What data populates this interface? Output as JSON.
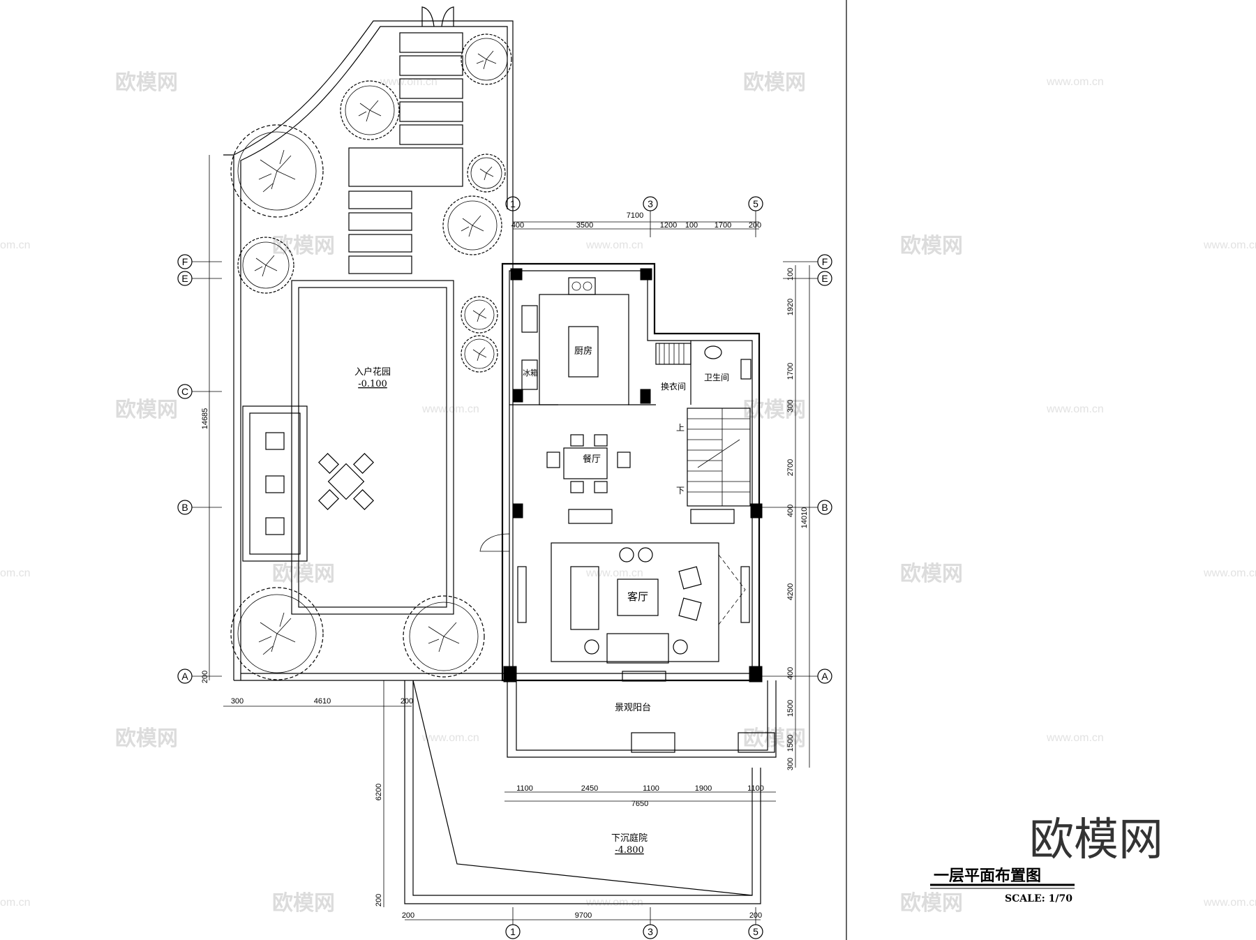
{
  "drawing": {
    "title": "一层平面布置图",
    "scale": "SCALE:  1/70",
    "brand_logo": "欧模网",
    "watermark_text": "欧模网",
    "watermark_url": "www.om.cn",
    "watermark_edge": "om.cn"
  },
  "rooms": {
    "entry_garden": "入户花园",
    "entry_garden_level": "-0.100",
    "kitchen": "厨房",
    "fridge": "冰箱",
    "dressing": "换衣间",
    "bathroom": "卫生间",
    "dining": "餐厅",
    "living": "客厅",
    "stair_up": "上",
    "stair_down": "下",
    "balcony": "景观阳台",
    "sunken_courtyard": "下沉庭院",
    "sunken_level": "-4.800"
  },
  "axes": {
    "a": "A",
    "b": "B",
    "c": "C",
    "e": "E",
    "f": "F",
    "n1": "1",
    "n3": "3",
    "n5": "5"
  },
  "dims": {
    "top_total": "7100",
    "top": [
      "400",
      "3500",
      "1200",
      "100",
      "1700",
      "200"
    ],
    "left_total": "14685",
    "left_small": "200",
    "garden_w": [
      "300",
      "4610",
      "200"
    ],
    "right_total": "14010",
    "right": [
      "1920",
      "1700",
      "300",
      "2700",
      "400",
      "4200",
      "400",
      "1500",
      "1500",
      "300"
    ],
    "right_small": "100",
    "bottom_inner_total": "7650",
    "bottom_inner": [
      "1100",
      "2450",
      "1100",
      "1900",
      "1100"
    ],
    "courtyard_h": "6200",
    "courtyard_h_small": "200",
    "bottom_total": "9700",
    "bottom_small": [
      "200",
      "200"
    ]
  }
}
